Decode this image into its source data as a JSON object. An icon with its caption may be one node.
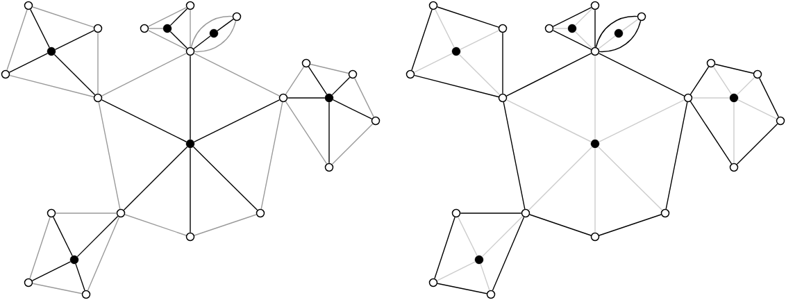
{
  "diagram": {
    "nodes": [
      {
        "text": [],
        "shape": "circle"
      },
      {
        "text": [],
        "shape": "circle"
      },
      {
        "text": [],
        "shape": "circle"
      },
      {
        "text": [],
        "shape": "dot"
      },
      {
        "text": [],
        "shape": "circle"
      },
      {
        "text": [],
        "shape": "dot"
      },
      {
        "text": [],
        "shape": "circle"
      },
      {
        "text": [],
        "shape": "circle"
      },
      {
        "text": [],
        "shape": "circle"
      },
      {
        "text": [],
        "shape": "circle"
      },
      {
        "text": [],
        "shape": "circle"
      },
      {
        "text": [],
        "shape": "dot"
      },
      {
        "text": [],
        "shape": "circle"
      },
      {
        "text": [],
        "shape": "circle"
      },
      {
        "text": [],
        "shape": "dot"
      },
      {
        "text": [],
        "shape": "circle"
      },
      {
        "text": [],
        "shape": "dot"
      },
      {
        "text": [],
        "shape": "circle"
      },
      {
        "text": [],
        "shape": "circle"
      },
      {
        "text": [],
        "shape": "circle"
      },
      {
        "text": [],
        "shape": "circle"
      },
      {
        "text": [],
        "shape": "dot"
      },
      {
        "text": [],
        "shape": "circle"
      },
      {
        "text": [],
        "shape": "circle"
      },
      {
        "text": [],
        "shape": "circle"
      },
      {
        "text": [],
        "shape": "circle"
      },
      {
        "text": [],
        "shape": "circle"
      },
      {
        "text": [],
        "shape": "circle"
      },
      {
        "text": [],
        "shape": "dot"
      },
      {
        "text": [],
        "shape": "circle"
      },
      {
        "text": [],
        "shape": "dot"
      },
      {
        "text": [],
        "shape": "circle"
      },
      {
        "text": [],
        "shape": "circle"
      },
      {
        "text": [],
        "shape": "circle"
      },
      {
        "text": [],
        "shape": "circle"
      },
      {
        "text": [],
        "shape": "circle"
      },
      {
        "text": [],
        "shape": "dot"
      },
      {
        "text": [],
        "shape": "circle"
      },
      {
        "text": [],
        "shape": "circle"
      },
      {
        "text": [],
        "shape": "dot"
      },
      {
        "text": [],
        "shape": "circle"
      },
      {
        "text": [],
        "shape": "dot"
      },
      {
        "text": [],
        "shape": "circle"
      },
      {
        "text": [],
        "shape": "circle"
      },
      {
        "text": [],
        "shape": "circle"
      },
      {
        "text": [],
        "shape": "circle"
      },
      {
        "text": [],
        "shape": "dot"
      },
      {
        "text": [],
        "shape": "circle"
      },
      {
        "text": [],
        "shape": "circle"
      },
      {
        "text": [],
        "shape": "circle"
      }
    ],
    "edges": [
      {
        "from": 14,
        "to": 8,
        "arrow": "none"
      },
      {
        "from": 14,
        "to": 13,
        "arrow": "none"
      },
      {
        "from": 14,
        "to": 19,
        "arrow": "none"
      },
      {
        "from": 14,
        "to": 18,
        "arrow": "none"
      },
      {
        "from": 14,
        "to": 15,
        "arrow": "none"
      },
      {
        "from": 14,
        "to": 9,
        "arrow": "none"
      },
      {
        "from": 3,
        "to": 1,
        "arrow": "none"
      },
      {
        "from": 3,
        "to": 7,
        "arrow": "none"
      },
      {
        "from": 3,
        "to": 0,
        "arrow": "none"
      },
      {
        "from": 3,
        "to": 8,
        "arrow": "none"
      },
      {
        "from": 11,
        "to": 12,
        "arrow": "none"
      },
      {
        "from": 11,
        "to": 13,
        "arrow": "none"
      },
      {
        "from": 16,
        "to": 17,
        "arrow": "none"
      },
      {
        "from": 16,
        "to": 13,
        "arrow": "none"
      },
      {
        "from": 21,
        "to": 19,
        "arrow": "none"
      },
      {
        "from": 21,
        "to": 20,
        "arrow": "none"
      },
      {
        "from": 21,
        "to": 23,
        "arrow": "none"
      },
      {
        "from": 21,
        "to": 24,
        "arrow": "none"
      },
      {
        "from": 21,
        "to": 22,
        "arrow": "none"
      },
      {
        "from": 5,
        "to": 9,
        "arrow": "none"
      },
      {
        "from": 5,
        "to": 4,
        "arrow": "none"
      },
      {
        "from": 5,
        "to": 2,
        "arrow": "none"
      },
      {
        "from": 5,
        "to": 6,
        "arrow": "none"
      },
      {
        "from": 8,
        "to": 13,
        "arrow": "none",
        "color": "#9a9a9a"
      },
      {
        "from": 13,
        "to": 19,
        "arrow": "none",
        "color": "#9a9a9a"
      },
      {
        "from": 19,
        "to": 18,
        "arrow": "none",
        "color": "#9a9a9a"
      },
      {
        "from": 18,
        "to": 15,
        "arrow": "none",
        "color": "#9a9a9a"
      },
      {
        "from": 15,
        "to": 9,
        "arrow": "none",
        "color": "#9a9a9a"
      },
      {
        "from": 9,
        "to": 8,
        "arrow": "none",
        "color": "#9a9a9a"
      },
      {
        "from": 1,
        "to": 7,
        "arrow": "none",
        "color": "#9a9a9a"
      },
      {
        "from": 7,
        "to": 8,
        "arrow": "none",
        "color": "#9a9a9a"
      },
      {
        "from": 0,
        "to": 8,
        "arrow": "none",
        "color": "#9a9a9a"
      },
      {
        "from": 1,
        "to": 0,
        "arrow": "none",
        "color": "#9a9a9a"
      },
      {
        "from": 10,
        "to": 12,
        "arrow": "none",
        "color": "#9a9a9a"
      },
      {
        "from": 10,
        "to": 11,
        "arrow": "none",
        "color": "#9a9a9a"
      },
      {
        "from": 10,
        "to": 13,
        "arrow": "none",
        "color": "#9a9a9a"
      },
      {
        "from": 12,
        "to": 13,
        "arrow": "none",
        "color": "#9a9a9a"
      },
      {
        "from": 13,
        "to": 17,
        "arrow": "none",
        "color": "#9a9a9a"
      },
      {
        "from": 13,
        "to": 17,
        "arrow": "none",
        "color": "#9a9a9a"
      },
      {
        "from": 19,
        "to": 20,
        "arrow": "none",
        "color": "#9a9a9a"
      },
      {
        "from": 20,
        "to": 23,
        "arrow": "none",
        "color": "#9a9a9a"
      },
      {
        "from": 23,
        "to": 24,
        "arrow": "none",
        "color": "#9a9a9a"
      },
      {
        "from": 24,
        "to": 22,
        "arrow": "none",
        "color": "#9a9a9a"
      },
      {
        "from": 22,
        "to": 19,
        "arrow": "none",
        "color": "#9a9a9a"
      },
      {
        "from": 4,
        "to": 9,
        "arrow": "none",
        "color": "#9a9a9a"
      },
      {
        "from": 9,
        "to": 6,
        "arrow": "none",
        "color": "#9a9a9a"
      },
      {
        "from": 6,
        "to": 2,
        "arrow": "none",
        "color": "#9a9a9a"
      },
      {
        "from": 2,
        "to": 4,
        "arrow": "none",
        "color": "#9a9a9a"
      },
      {
        "from": 33,
        "to": 38,
        "arrow": "none"
      },
      {
        "from": 38,
        "to": 44,
        "arrow": "none"
      },
      {
        "from": 44,
        "to": 43,
        "arrow": "none"
      },
      {
        "from": 43,
        "to": 40,
        "arrow": "none"
      },
      {
        "from": 40,
        "to": 34,
        "arrow": "none"
      },
      {
        "from": 34,
        "to": 33,
        "arrow": "none"
      },
      {
        "from": 26,
        "to": 32,
        "arrow": "none"
      },
      {
        "from": 32,
        "to": 33,
        "arrow": "none"
      },
      {
        "from": 25,
        "to": 33,
        "arrow": "none"
      },
      {
        "from": 26,
        "to": 25,
        "arrow": "none"
      },
      {
        "from": 35,
        "to": 37,
        "arrow": "none"
      },
      {
        "from": 35,
        "to": 38,
        "arrow": "none"
      },
      {
        "from": 37,
        "to": 38,
        "arrow": "none"
      },
      {
        "from": 38,
        "to": 42,
        "arrow": "none"
      },
      {
        "from": 38,
        "to": 42,
        "arrow": "none"
      },
      {
        "from": 44,
        "to": 45,
        "arrow": "none"
      },
      {
        "from": 45,
        "to": 48,
        "arrow": "none"
      },
      {
        "from": 48,
        "to": 49,
        "arrow": "none"
      },
      {
        "from": 49,
        "to": 47,
        "arrow": "none"
      },
      {
        "from": 47,
        "to": 44,
        "arrow": "none"
      },
      {
        "from": 29,
        "to": 34,
        "arrow": "none"
      },
      {
        "from": 34,
        "to": 31,
        "arrow": "none"
      },
      {
        "from": 31,
        "to": 27,
        "arrow": "none"
      },
      {
        "from": 27,
        "to": 29,
        "arrow": "none"
      },
      {
        "from": 39,
        "to": 33,
        "arrow": "none",
        "color": "#cccccc"
      },
      {
        "from": 39,
        "to": 38,
        "arrow": "none",
        "color": "#cccccc"
      },
      {
        "from": 39,
        "to": 44,
        "arrow": "none",
        "color": "#cccccc"
      },
      {
        "from": 39,
        "to": 43,
        "arrow": "none",
        "color": "#cccccc"
      },
      {
        "from": 39,
        "to": 40,
        "arrow": "none",
        "color": "#cccccc"
      },
      {
        "from": 39,
        "to": 34,
        "arrow": "none",
        "color": "#cccccc"
      },
      {
        "from": 28,
        "to": 26,
        "arrow": "none",
        "color": "#cccccc"
      },
      {
        "from": 28,
        "to": 32,
        "arrow": "none",
        "color": "#cccccc"
      },
      {
        "from": 28,
        "to": 25,
        "arrow": "none",
        "color": "#cccccc"
      },
      {
        "from": 28,
        "to": 33,
        "arrow": "none",
        "color": "#cccccc"
      },
      {
        "from": 36,
        "to": 35,
        "arrow": "none",
        "color": "#cccccc"
      },
      {
        "from": 36,
        "to": 37,
        "arrow": "none",
        "color": "#cccccc"
      },
      {
        "from": 36,
        "to": 38,
        "arrow": "none",
        "color": "#cccccc"
      },
      {
        "from": 41,
        "to": 42,
        "arrow": "none",
        "color": "#cccccc"
      },
      {
        "from": 41,
        "to": 38,
        "arrow": "none",
        "color": "#cccccc"
      },
      {
        "from": 46,
        "to": 44,
        "arrow": "none",
        "color": "#cccccc"
      },
      {
        "from": 46,
        "to": 45,
        "arrow": "none",
        "color": "#cccccc"
      },
      {
        "from": 46,
        "to": 48,
        "arrow": "none",
        "color": "#cccccc"
      },
      {
        "from": 46,
        "to": 49,
        "arrow": "none",
        "color": "#cccccc"
      },
      {
        "from": 46,
        "to": 47,
        "arrow": "none",
        "color": "#cccccc"
      },
      {
        "from": 30,
        "to": 34,
        "arrow": "none",
        "color": "#cccccc"
      },
      {
        "from": 30,
        "to": 29,
        "arrow": "none",
        "color": "#cccccc"
      },
      {
        "from": 30,
        "to": 27,
        "arrow": "none",
        "color": "#cccccc"
      },
      {
        "from": 30,
        "to": 31,
        "arrow": "none",
        "color": "#cccccc"
      }
    ]
  }
}
